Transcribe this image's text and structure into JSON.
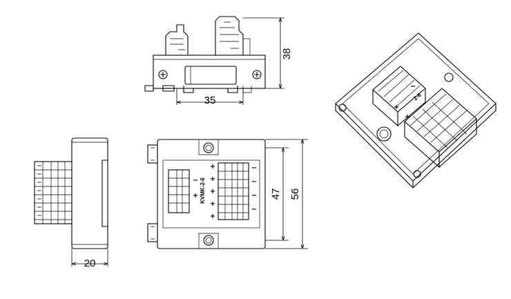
{
  "drawing": {
    "dimensions": {
      "width_top": "35",
      "height_top": "38",
      "depth_side": "20",
      "inner_height": "47",
      "outer_height": "56"
    },
    "module_label": "KVMK-2-6",
    "iso_label": "2-6",
    "plus_symbol": "+",
    "minus_symbol": "−"
  }
}
